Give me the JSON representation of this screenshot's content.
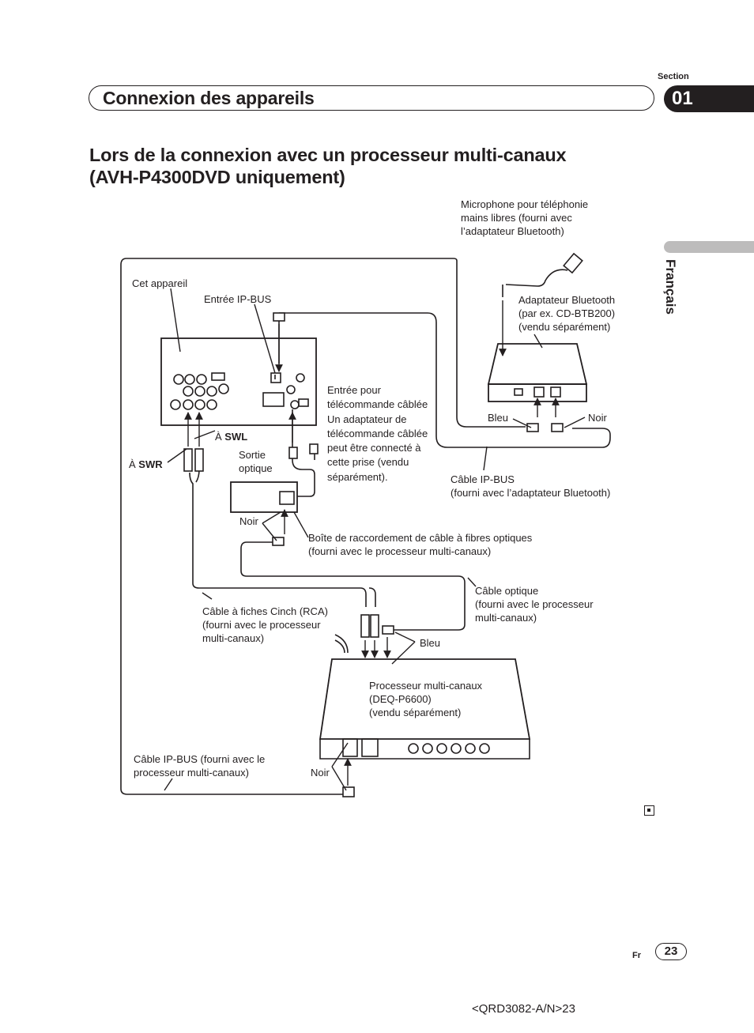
{
  "header": {
    "section_label": "Section",
    "section_number": "01",
    "title": "Connexion des appareils"
  },
  "page_title": {
    "line1": "Lors de la connexion avec un processeur multi-canaux",
    "line2": "(AVH-P4300DVD uniquement)"
  },
  "side_tab": {
    "language": "Français"
  },
  "diagram": {
    "mic_label": [
      "Microphone pour téléphonie",
      "mains libres (fourni avec",
      "l’adaptateur Bluetooth)"
    ],
    "unit_label": "Cet appareil",
    "ipbus_in_label": "Entrée IP-BUS",
    "bt_adapter_label": [
      "Adaptateur Bluetooth",
      "(par ex. CD-BTB200)",
      "(vendu séparément)"
    ],
    "remote_label": [
      "Entrée pour",
      "télécommande câblée",
      "Un adaptateur de",
      "télécommande câblée",
      "peut être connecté à",
      "cette prise (vendu",
      "séparément)."
    ],
    "bleu_1": "Bleu",
    "noir_1": "Noir",
    "a_prefix": "À",
    "swl": "SWL",
    "swr": "SWR",
    "optical_out_label": [
      "Sortie",
      "optique"
    ],
    "ipbus_cable_bt_label": [
      "Câble IP-BUS",
      "(fourni avec l’adaptateur Bluetooth)"
    ],
    "noir_2": "Noir",
    "fiber_box_label": [
      "Boîte de raccordement de câble à fibres optiques",
      "(fourni avec le processeur multi-canaux)"
    ],
    "optical_cable_label": [
      "Câble optique",
      "(fourni avec le processeur",
      "multi-canaux)"
    ],
    "rca_cable_label": [
      "Câble à fiches Cinch (RCA)",
      "(fourni avec le processeur",
      "multi-canaux)"
    ],
    "bleu_2": "Bleu",
    "processor_label": [
      "Processeur multi-canaux",
      "(DEQ-P6600)",
      "(vendu séparément)"
    ],
    "ipbus_cable_proc_label": [
      "Câble IP-BUS (fourni avec le",
      "processeur multi-canaux)"
    ],
    "noir_3": "Noir"
  },
  "footer": {
    "lang_code": "Fr",
    "page_number": "23",
    "doc_code": "<QRD3082-A/N>23"
  }
}
